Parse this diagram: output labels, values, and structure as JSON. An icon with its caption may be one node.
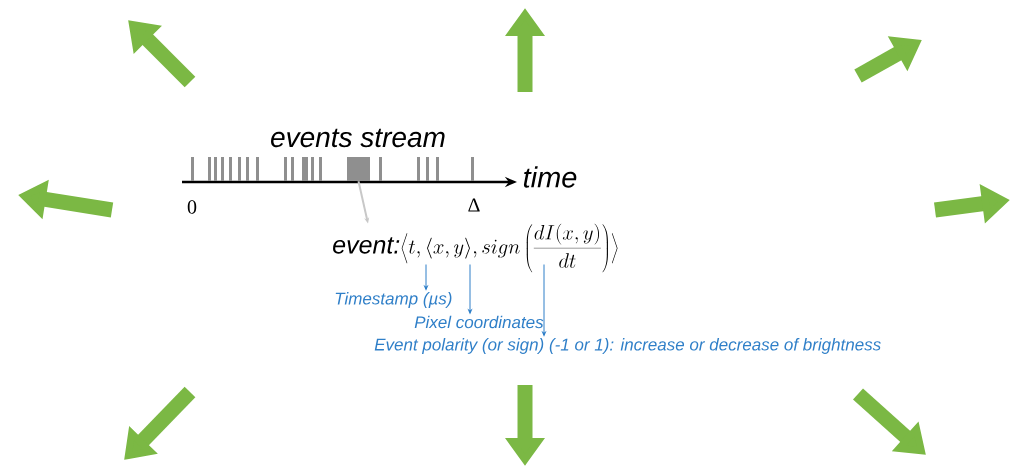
{
  "diagram": {
    "nodes": [
      {
        "text": [],
        "shape": "bar"
      },
      {
        "text": [
          "event:",
          "\\left\\langle t, \\langle x, y\\rangle, sign\\left(\\frac{dI(x,y)}{dt}\\right)\\right\\rangle"
        ]
      },
      {
        "text": [
          "Timestamp (µs)"
        ]
      },
      {
        "text": [
          "Pixel coordinates"
        ]
      },
      {
        "text": [
          "Event polarity (or sign) (-1 or 1): increase or decrease of brightness"
        ]
      }
    ],
    "edges": [
      {
        "from": 0,
        "to": 1,
        "arrow": "to",
        "color": "#c8c8c8"
      },
      {
        "from": 1,
        "to": 2,
        "arrow": "to"
      },
      {
        "from": 1,
        "to": 3,
        "arrow": "to"
      },
      {
        "from": 1,
        "to": 4,
        "arrow": "to"
      }
    ],
    "labels": [
      "events stream",
      "time",
      "0",
      "Δ"
    ]
  }
}
